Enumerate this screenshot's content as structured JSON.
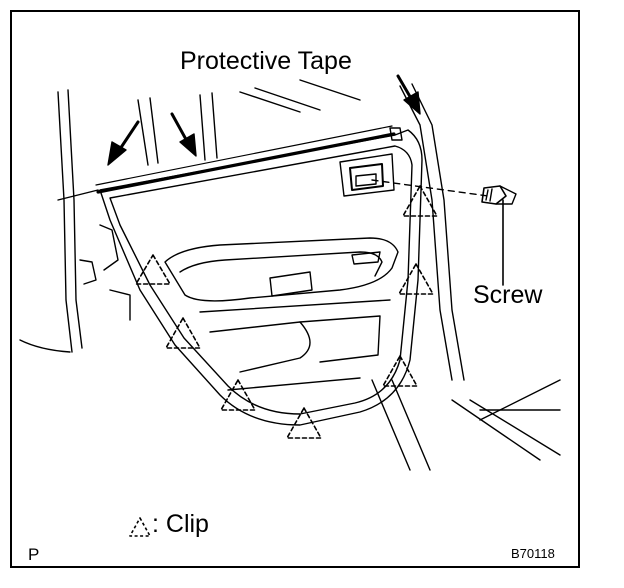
{
  "labels": {
    "protective_tape": "Protective Tape",
    "screw": "Screw",
    "legend_clip": ": Clip",
    "corner_letter": "P",
    "figure_id": "B70118"
  },
  "icons": {
    "clip_marker": "dashed-triangle-icon",
    "arrow": "arrow-pointer-icon"
  },
  "colors": {
    "line": "#000000",
    "background": "#ffffff"
  }
}
